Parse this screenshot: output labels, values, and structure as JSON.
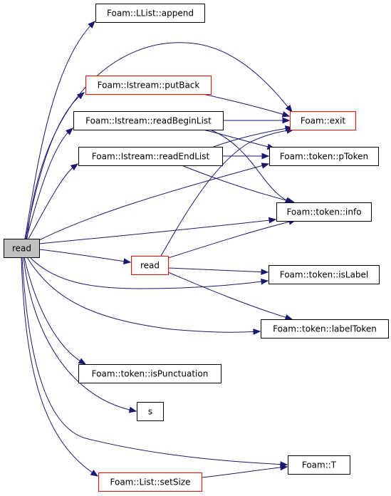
{
  "colors": {
    "edge": "#191970",
    "node_border_default": "#000000",
    "node_border_truncated": "#ff0000",
    "root_fill": "#bfbfbf",
    "node_fill": "#ffffff"
  },
  "nodes": [
    {
      "id": "read_root",
      "label": "read",
      "kind": "root"
    },
    {
      "id": "llist_append",
      "label": "Foam::LList::append",
      "kind": "normal"
    },
    {
      "id": "istream_putback",
      "label": "Foam::Istream::putBack",
      "kind": "truncated"
    },
    {
      "id": "istream_readbeginlist",
      "label": "Foam::Istream::readBeginList",
      "kind": "normal"
    },
    {
      "id": "foam_exit",
      "label": "Foam::exit",
      "kind": "truncated"
    },
    {
      "id": "istream_readendlist",
      "label": "Foam::Istream::readEndList",
      "kind": "normal"
    },
    {
      "id": "token_ptoken",
      "label": "Foam::token::pToken",
      "kind": "normal"
    },
    {
      "id": "token_info",
      "label": "Foam::token::info",
      "kind": "normal"
    },
    {
      "id": "read_inner",
      "label": "read",
      "kind": "truncated"
    },
    {
      "id": "token_islabel",
      "label": "Foam::token::isLabel",
      "kind": "normal"
    },
    {
      "id": "token_labeltoken",
      "label": "Foam::token::labelToken",
      "kind": "normal"
    },
    {
      "id": "token_ispunctuation",
      "label": "Foam::token::isPunctuation",
      "kind": "normal"
    },
    {
      "id": "s",
      "label": "s",
      "kind": "normal"
    },
    {
      "id": "foam_t",
      "label": "Foam::T",
      "kind": "normal"
    },
    {
      "id": "list_setsize",
      "label": "Foam::List::setSize",
      "kind": "truncated"
    }
  ],
  "edges": [
    {
      "from": "read_root",
      "to": "llist_append"
    },
    {
      "from": "read_root",
      "to": "foam_exit"
    },
    {
      "from": "read_root",
      "to": "istream_putback"
    },
    {
      "from": "read_root",
      "to": "istream_readbeginlist"
    },
    {
      "from": "read_root",
      "to": "istream_readendlist"
    },
    {
      "from": "read_root",
      "to": "token_ptoken"
    },
    {
      "from": "read_root",
      "to": "token_info"
    },
    {
      "from": "read_root",
      "to": "read_inner"
    },
    {
      "from": "read_root",
      "to": "token_islabel"
    },
    {
      "from": "read_root",
      "to": "token_labeltoken"
    },
    {
      "from": "read_root",
      "to": "token_ispunctuation"
    },
    {
      "from": "read_root",
      "to": "s"
    },
    {
      "from": "read_root",
      "to": "foam_t"
    },
    {
      "from": "read_root",
      "to": "list_setsize"
    },
    {
      "from": "istream_putback",
      "to": "foam_exit"
    },
    {
      "from": "istream_readbeginlist",
      "to": "foam_exit"
    },
    {
      "from": "istream_readbeginlist",
      "to": "token_ptoken"
    },
    {
      "from": "istream_readbeginlist",
      "to": "token_info"
    },
    {
      "from": "istream_readendlist",
      "to": "foam_exit"
    },
    {
      "from": "istream_readendlist",
      "to": "token_ptoken"
    },
    {
      "from": "istream_readendlist",
      "to": "token_info"
    },
    {
      "from": "read_inner",
      "to": "foam_exit"
    },
    {
      "from": "read_inner",
      "to": "token_info"
    },
    {
      "from": "read_inner",
      "to": "token_islabel"
    },
    {
      "from": "read_inner",
      "to": "token_labeltoken"
    },
    {
      "from": "list_setsize",
      "to": "foam_t"
    }
  ]
}
